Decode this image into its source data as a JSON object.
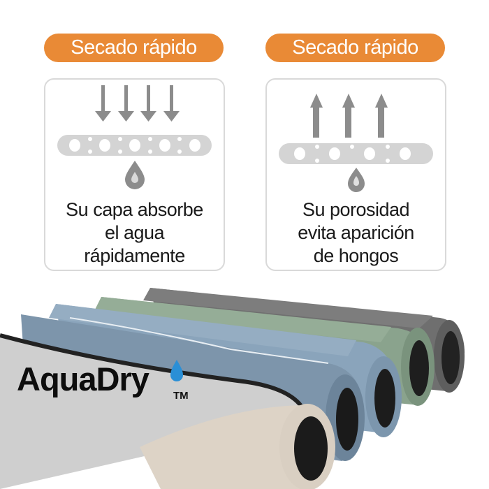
{
  "panels": [
    {
      "badge": "Secado rápido",
      "caption": [
        "Su capa absorbe",
        "el agua",
        "rápidamente"
      ],
      "arrow_direction": "down"
    },
    {
      "badge": "Secado rápido",
      "caption": [
        "Su porosidad",
        "evita aparición",
        "de hongos"
      ],
      "arrow_direction": "up"
    }
  ],
  "brand": {
    "name": "AquaDry",
    "trademark": "TM"
  },
  "colors": {
    "badge": "#e98a36",
    "icon_gray": "#8c8c8c",
    "layer_gray": "#d4d4d4",
    "drop_blue": "#2a8fd6"
  },
  "mats": [
    "gray",
    "green",
    "blue",
    "blue-gray",
    "beige"
  ]
}
